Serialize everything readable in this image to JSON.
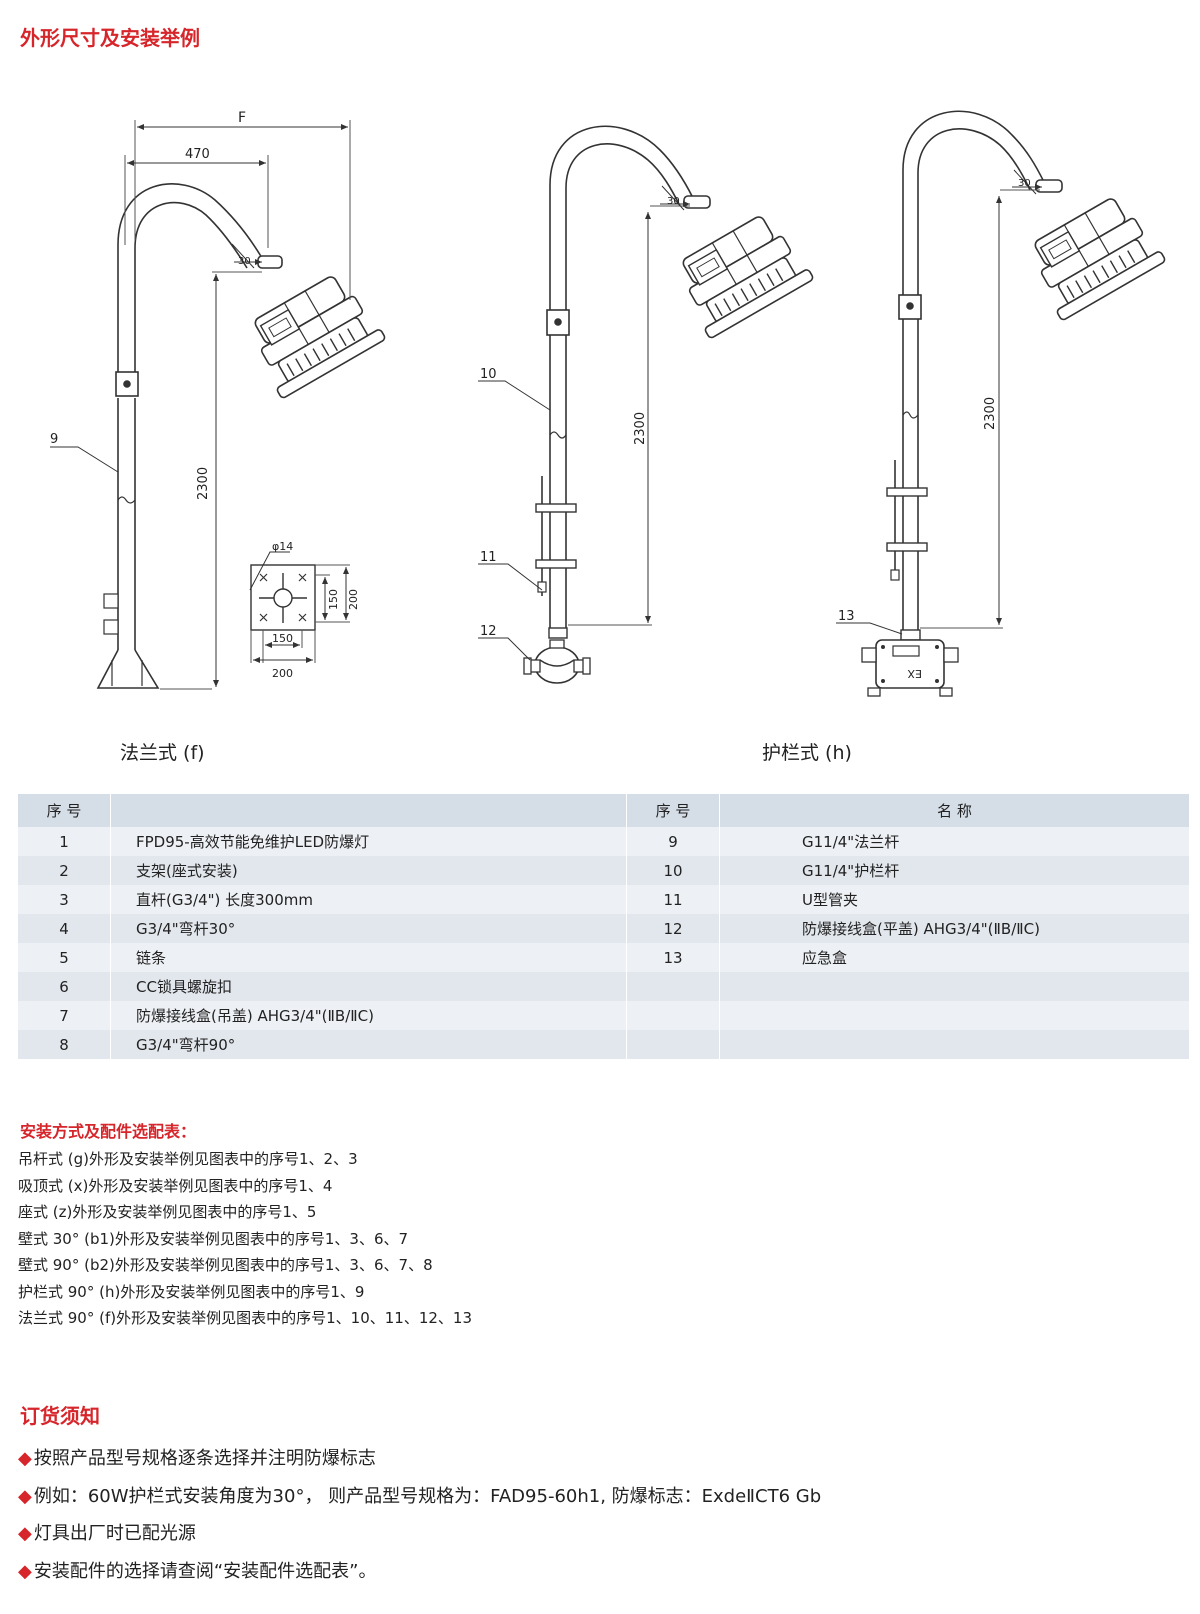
{
  "dimension_section": {
    "title": "外形尺寸及安装举例",
    "caption_flange": "法兰式 (f)",
    "caption_guardrail": "护栏式 (h)",
    "labels": {
      "F": "F",
      "d470": "470",
      "d30": "30",
      "d2300": "2300",
      "phi14": "φ14",
      "d150": "150",
      "d200": "200",
      "n9": "9",
      "n10": "10",
      "n11": "11",
      "n12": "12",
      "n13": "13",
      "ex": "EX"
    }
  },
  "parts_table": {
    "headers": {
      "no": "序 号",
      "no2": "序 号",
      "name2": "名 称"
    },
    "left_rows": [
      {
        "no": "1",
        "name": "FPD95-高效节能免维护LED防爆灯"
      },
      {
        "no": "2",
        "name": "支架(座式安装)"
      },
      {
        "no": "3",
        "name": "直杆(G3/4\") 长度300mm"
      },
      {
        "no": "4",
        "name": "G3/4\"弯杆30°"
      },
      {
        "no": "5",
        "name": "链条"
      },
      {
        "no": "6",
        "name": "CC锁具螺旋扣"
      },
      {
        "no": "7",
        "name": "防爆接线盒(吊盖) AHG3/4\"(ⅡB/ⅡC)"
      },
      {
        "no": "8",
        "name": "G3/4\"弯杆90°"
      }
    ],
    "right_rows": [
      {
        "no": "9",
        "name": "G11/4\"法兰杆"
      },
      {
        "no": "10",
        "name": "G11/4\"护栏杆"
      },
      {
        "no": "11",
        "name": "U型管夹"
      },
      {
        "no": "12",
        "name": "防爆接线盒(平盖) AHG3/4\"(ⅡB/ⅡC)"
      },
      {
        "no": "13",
        "name": "应急盒"
      },
      {
        "no": "",
        "name": ""
      },
      {
        "no": "",
        "name": ""
      },
      {
        "no": "",
        "name": ""
      }
    ]
  },
  "accessory_section": {
    "title": "安装方式及配件选配表：",
    "lines": [
      "吊杆式 (g)外形及安装举例见图表中的序号1、2、3",
      "吸顶式 (x)外形及安装举例见图表中的序号1、4",
      "座式 (z)外形及安装举例见图表中的序号1、5",
      "壁式  30° (b1)外形及安装举例见图表中的序号1、3、6、7",
      "壁式  90° (b2)外形及安装举例见图表中的序号1、3、6、7、8",
      "护栏式  90° (h)外形及安装举例见图表中的序号1、9",
      "法兰式  90° (f)外形及安装举例见图表中的序号1、10、11、12、13"
    ]
  },
  "order_section": {
    "title": "订货须知",
    "bullet": "◆",
    "lines": [
      "按照产品型号规格逐条选择并注明防爆标志",
      "例如：60W护栏式安装角度为30°， 则产品型号规格为：FAD95-60h1, 防爆标志：ExdeⅡCT6 Gb",
      "灯具出厂时已配光源",
      "安装配件的选择请查阅“安装配件选配表”。"
    ]
  }
}
